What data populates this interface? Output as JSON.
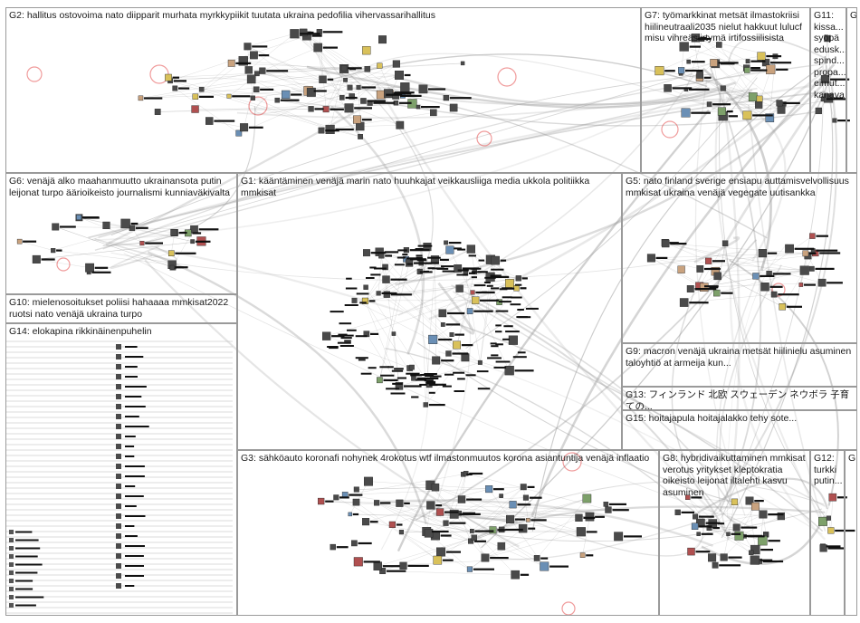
{
  "groups": [
    {
      "id": "G2",
      "label": "G2: hallitus ostovoima nato diipparit murhata myrkkypiikit tuutata ukraina pedofilia vihervassarihallitus"
    },
    {
      "id": "G7",
      "label": "G7: työmarkkinat metsät ilmastokriisi hiilineutraali2035 nielut hakkuut lulucf misu vihreäsiirtymä irtifossiilisista"
    },
    {
      "id": "G11",
      "label": "G11: kissa... syöpä edusk... spind... propa... eimut... kanava"
    },
    {
      "id": "G_top",
      "label": "G..."
    },
    {
      "id": "G6",
      "label": "G6: venäjä alko maahanmuutto ukrainansota putin leijonat turpo äärioikeisto journalismi kunniaväkivalta"
    },
    {
      "id": "G1",
      "label": "G1: kääntäminen venäjä marin nato huuhkajat veikkausliiga media ukkola politiikka mmkisat"
    },
    {
      "id": "G5",
      "label": "G5: nato finland sverige ensiapu auttamisvelvollisuus mmkisat ukraina venäjä vegegate uutisankka"
    },
    {
      "id": "G10",
      "label": "G10: mielenosoitukset poliisi hahaaaa mmkisat2022 ruotsi nato venäjä ukraina turpo"
    },
    {
      "id": "G14",
      "label": "G14: elokapina rikkinäinenpuhelin"
    },
    {
      "id": "G9",
      "label": "G9: macron venäjä ukraina metsät hiilinielu asuminen taloyhtiö at armeija kun..."
    },
    {
      "id": "G13",
      "label": "G13: フィンランド 北欧 スウェーデン ネウボラ 子育ての..."
    },
    {
      "id": "G15",
      "label": "G15: hoitajapula hoitajalakko tehy sote..."
    },
    {
      "id": "G3",
      "label": "G3: sähköauto koronafi nohynek 4rokotus wtf ilmastonmuutos korona asiantuntija venäjä inflaatio"
    },
    {
      "id": "G8",
      "label": "G8: hybridivaikuttaminen mmkisat verotus yritykset kleptokratia oikeisto leijonat iltalehti kasvu asuminen"
    },
    {
      "id": "G12",
      "label": "G12: turkki putin..."
    },
    {
      "id": "G_bottom",
      "label": "G..."
    }
  ]
}
